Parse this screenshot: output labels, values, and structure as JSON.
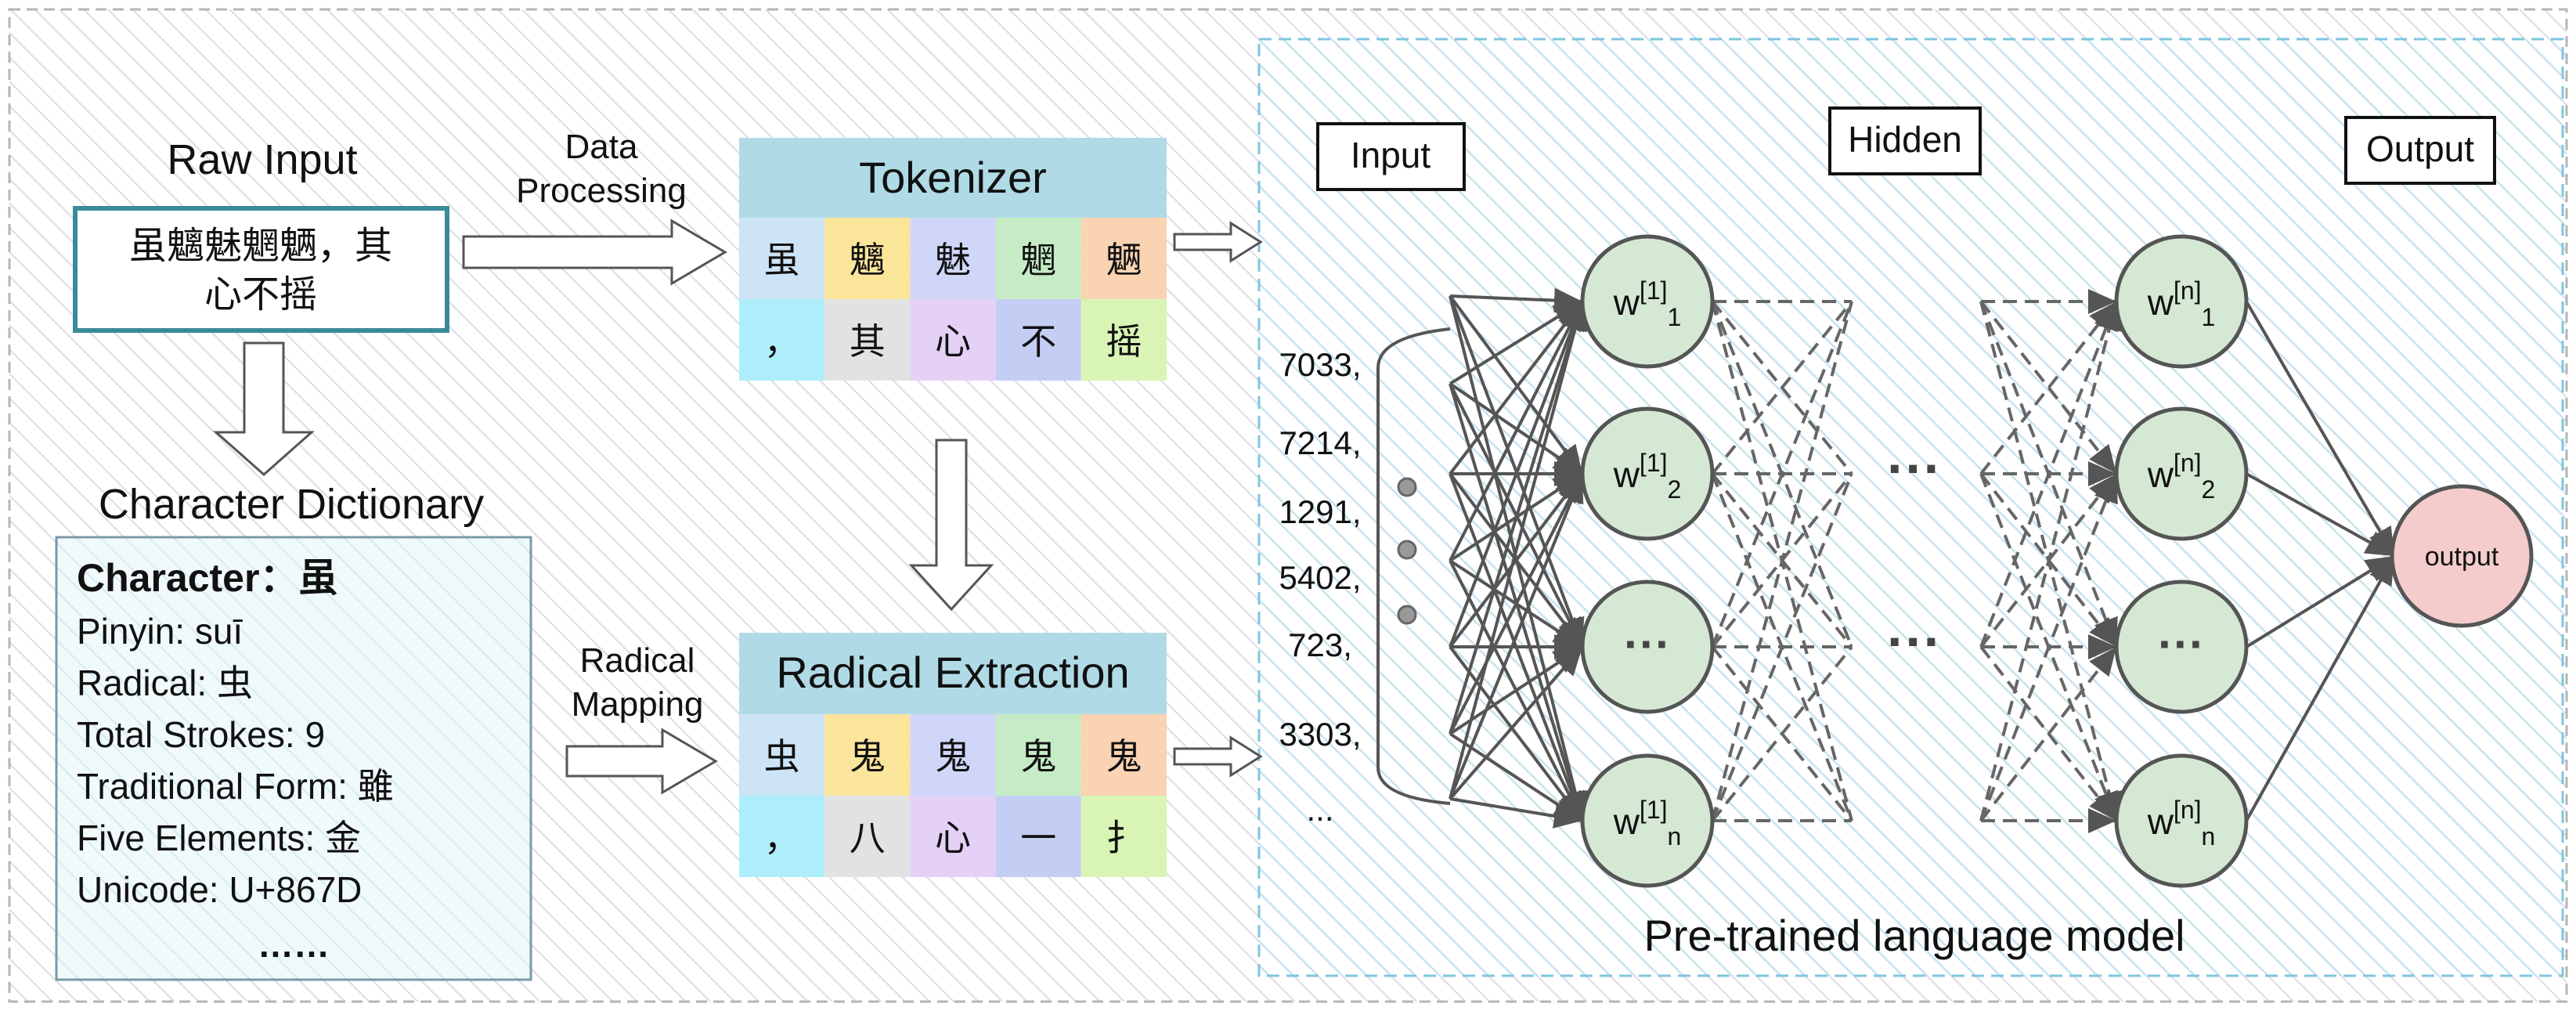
{
  "raw_input": {
    "title": "Raw Input",
    "line1": "虽魑魅魍魉，其",
    "line2": "心不摇"
  },
  "dictionary": {
    "title": "Character Dictionary",
    "character_line": "Character：虽",
    "pinyin": "Pinyin: suī",
    "radical": "Radical: 虫",
    "strokes": "Total Strokes: 9",
    "traditional": "Traditional Form: 雖",
    "elements": "Five Elements: 金",
    "unicode": "Unicode: U+867D",
    "ellipsis": "……"
  },
  "labels": {
    "data_processing_1": "Data",
    "data_processing_2": "Processing",
    "radical_mapping_1": "Radical",
    "radical_mapping_2": "Mapping"
  },
  "tokenizer": {
    "title": "Tokenizer",
    "row1": [
      "虽",
      "魑",
      "魅",
      "魍",
      "魉"
    ],
    "row2": [
      "，",
      "其",
      "心",
      "不",
      "摇"
    ]
  },
  "radical_extraction": {
    "title": "Radical Extraction",
    "row1": [
      "虫",
      "鬼",
      "鬼",
      "鬼",
      "鬼"
    ],
    "row2": [
      "，",
      "八",
      "心",
      "一",
      "扌"
    ]
  },
  "cell_colors": {
    "row1": [
      "#cde4f6",
      "#fbe59b",
      "#cfd6f7",
      "#c6ecc6",
      "#f9d3b2"
    ],
    "row2": [
      "#aeeefa",
      "#e2e2e2",
      "#e4d1f5",
      "#c4cef4",
      "#d9f5b5"
    ]
  },
  "token_ids": [
    "7033,",
    "7214,",
    "1291,",
    "5402,",
    "723,",
    "3303,",
    "..."
  ],
  "model": {
    "input_label": "Input",
    "hidden_label": "Hidden",
    "output_label": "Output",
    "caption": "Pre-trained language model",
    "output_node": "output",
    "w_base": "w",
    "layer1_sup": "[1]",
    "layern_sup": "[n]",
    "sub1": "1",
    "sub2": "2",
    "subn": "n",
    "dots": "···"
  },
  "colors": {
    "header_bg": "#b0dbe6",
    "raw_border": "#3b8a9a",
    "dict_bg": "#e6f5f8",
    "node_fill": "#d5e8d4",
    "node_stroke": "#555555",
    "output_fill": "#f4cccc",
    "model_border": "#7fc6dd"
  }
}
